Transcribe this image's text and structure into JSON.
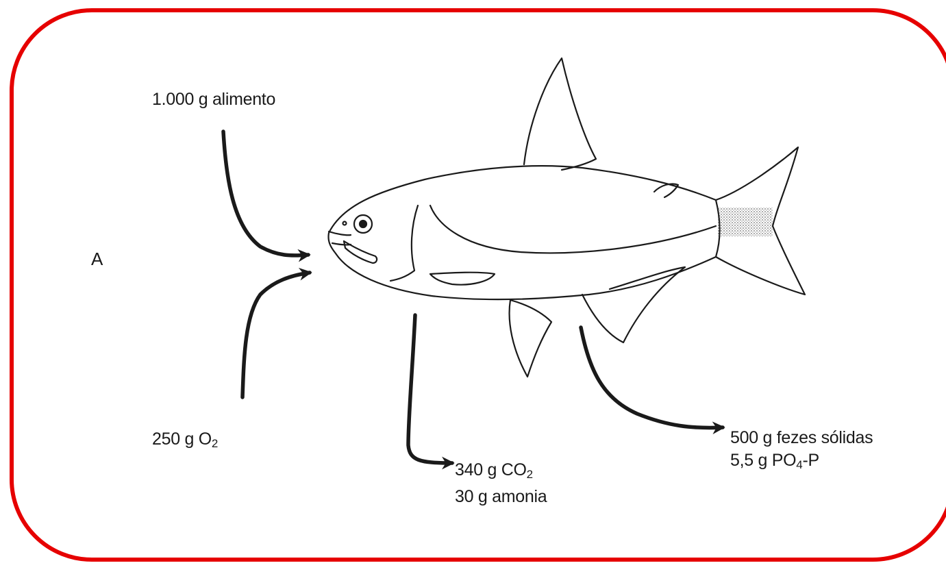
{
  "panel": {
    "letter": "A"
  },
  "inputs": {
    "food": "1.000 g alimento",
    "oxygen": {
      "prefix": "250 g O",
      "sub": "2"
    }
  },
  "outputs": {
    "respiration": {
      "co2": {
        "prefix": "340 g CO",
        "sub": "2"
      },
      "ammonia": "30 g amonia"
    },
    "waste": {
      "feces": "500 g fezes sólidas",
      "phosphate": {
        "prefix": "5,5 g PO",
        "sub": "4",
        "suffix": "-P"
      }
    }
  },
  "colors": {
    "frame": "#e60000",
    "ink": "#1a1a1a",
    "background": "#ffffff"
  },
  "icons": {
    "fish": "fish-icon",
    "arrows": "arrow-icon"
  }
}
